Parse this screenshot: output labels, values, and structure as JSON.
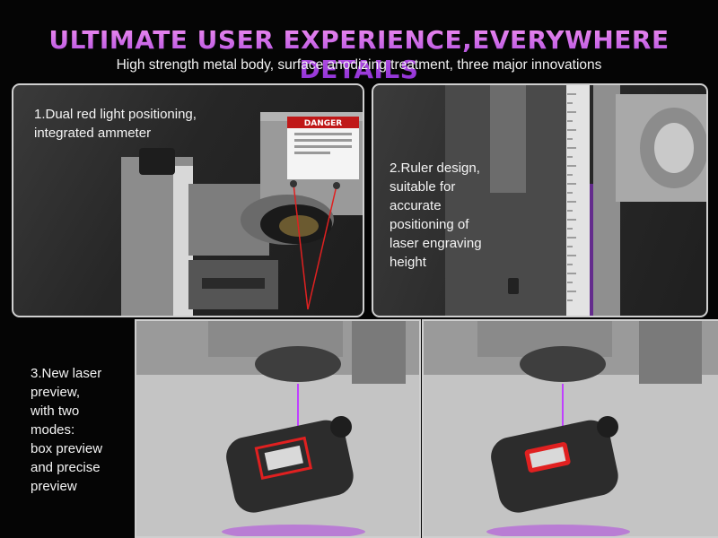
{
  "header": {
    "title": "ULTIMATE USER EXPERIENCE,EVERYWHERE DETAILS",
    "subtitle": "High strength metal body, surface anodizing treatment, three major innovations"
  },
  "features": [
    {
      "caption": "1.Dual red light positioning,\nintegrated ammeter"
    },
    {
      "caption": "2.Ruler design,\nsuitable for\naccurate\npositioning of\nlaser engraving\nheight"
    },
    {
      "caption": "3.New laser\npreview,\nwith two\nmodes:\nbox preview\nand precise\npreview"
    }
  ],
  "label": {
    "danger": "DANGER"
  },
  "colors": {
    "accent": "#b14ee0",
    "laser": "#c040ff",
    "red_beam": "#e02020"
  }
}
